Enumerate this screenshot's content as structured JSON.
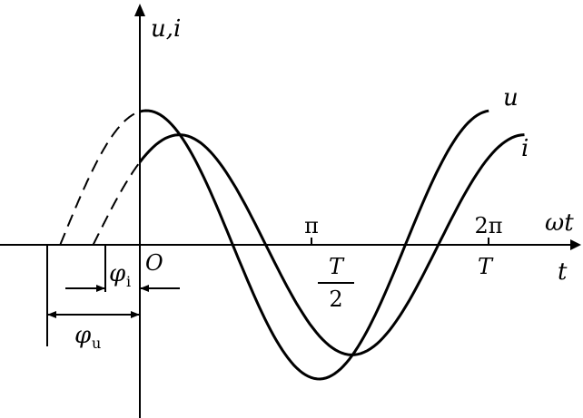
{
  "labels": {
    "y_axis": "u,i",
    "x_axis_omega": "ωt",
    "x_axis_time": "t",
    "curve_u": "u",
    "curve_i": "i",
    "origin": "O",
    "pi": "π",
    "two_pi": "2π",
    "t_half_num": "T",
    "t_half_den": "2",
    "t_full": "T",
    "phi_i": "φ",
    "phi_i_sub": "i",
    "phi_u": "φ",
    "phi_u_sub": "u"
  },
  "chart_data": {
    "type": "line",
    "x_unit": "ωt",
    "x_ticks": [
      "π",
      "2π"
    ],
    "t_ticks": [
      "T/2",
      "T"
    ],
    "series": [
      {
        "name": "u",
        "amplitude": 1.0,
        "initial_phase_rad": 1.45
      },
      {
        "name": "i",
        "amplitude": 0.82,
        "initial_phase_rad": 0.85
      }
    ],
    "x_range_rad": [
      -1.45,
      7.4
    ]
  }
}
